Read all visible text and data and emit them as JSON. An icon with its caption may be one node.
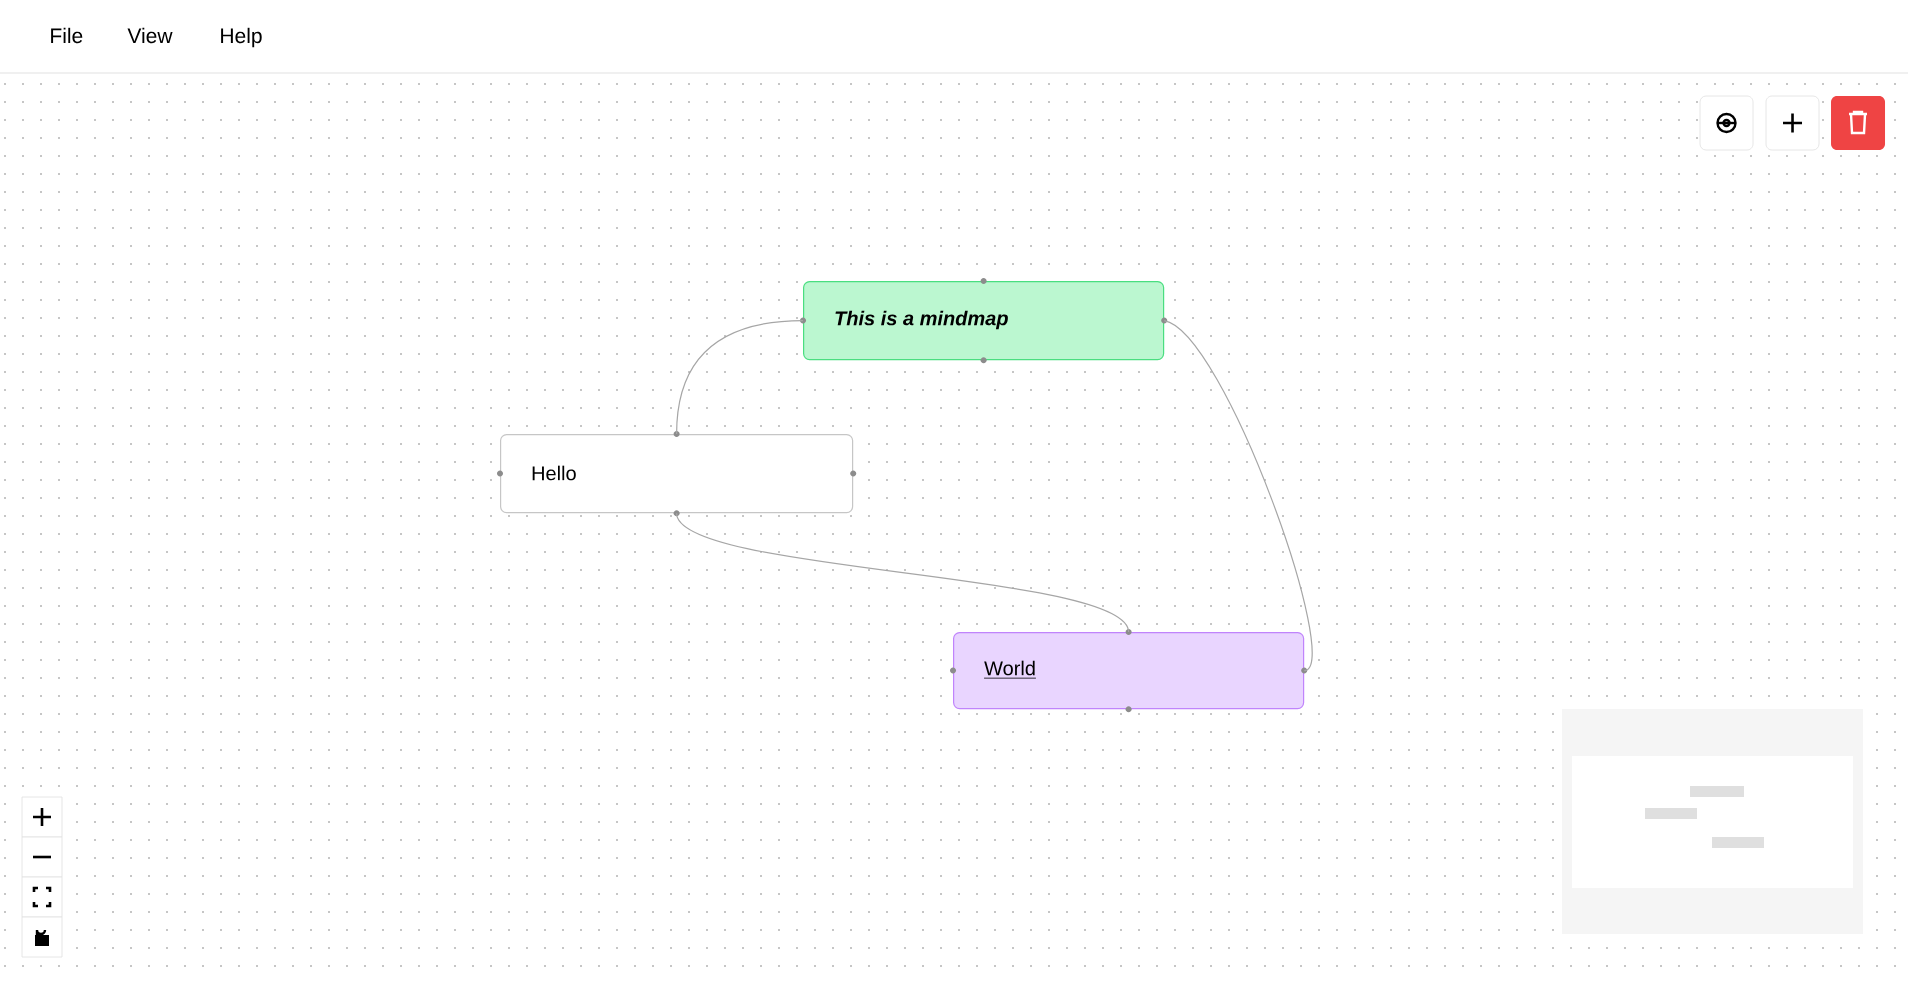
{
  "diagram": {
    "nodes": [
      {
        "text": [
          "This is a mindmap"
        ]
      },
      {
        "text": [
          "Hello"
        ]
      },
      {
        "text": [
          "World"
        ]
      }
    ],
    "edges": [
      {
        "from": 0,
        "to": 1,
        "arrow": "none"
      },
      {
        "from": 1,
        "to": 2,
        "arrow": "none"
      },
      {
        "from": 0,
        "to": 2,
        "arrow": "none"
      }
    ],
    "labels": [
      "File",
      "View",
      "Help"
    ]
  }
}
